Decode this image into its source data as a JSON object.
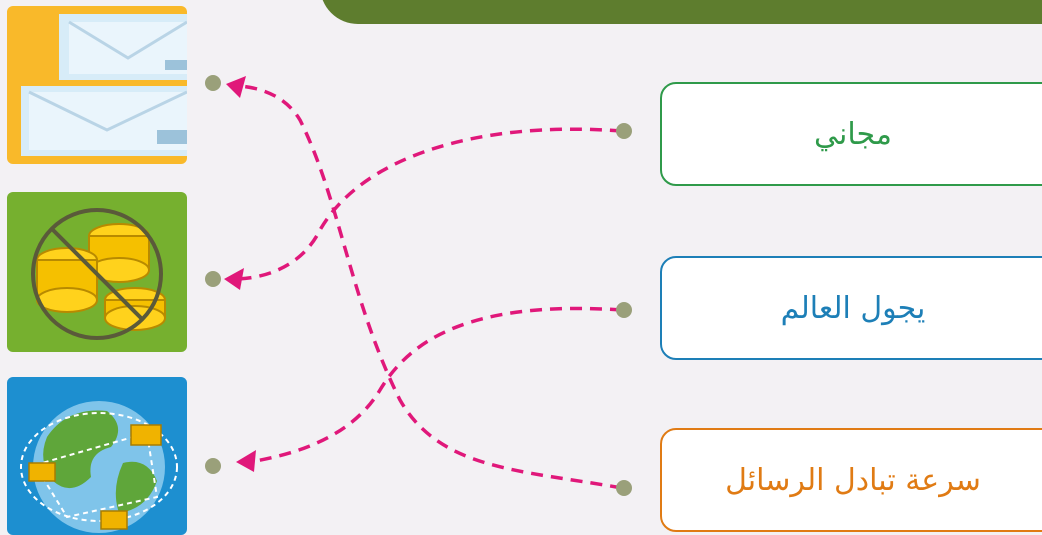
{
  "labels": [
    {
      "text": "مجاني",
      "color": "#2f9a4a"
    },
    {
      "text": "يجول العالم",
      "color": "#1d7fb7"
    },
    {
      "text": "سرعة تبادل الرسائل",
      "color": "#e07b14"
    }
  ],
  "tiles": [
    {
      "icon": "mail-envelopes-icon",
      "bg": "#f9b92a"
    },
    {
      "icon": "no-coins-icon",
      "bg": "#76b02f"
    },
    {
      "icon": "globe-mail-icon",
      "bg": "#1d8fd0"
    }
  ],
  "connections": [
    {
      "from_label": "مجاني",
      "to_tile": "no-coins-icon"
    },
    {
      "from_label": "يجول العالم",
      "to_tile": "globe-mail-icon"
    },
    {
      "from_label": "سرعة تبادل الرسائل",
      "to_tile": "mail-envelopes-icon"
    }
  ],
  "colors": {
    "line": "#e0187a",
    "dot": "#9aa07a",
    "header": "#5e7d2e"
  }
}
